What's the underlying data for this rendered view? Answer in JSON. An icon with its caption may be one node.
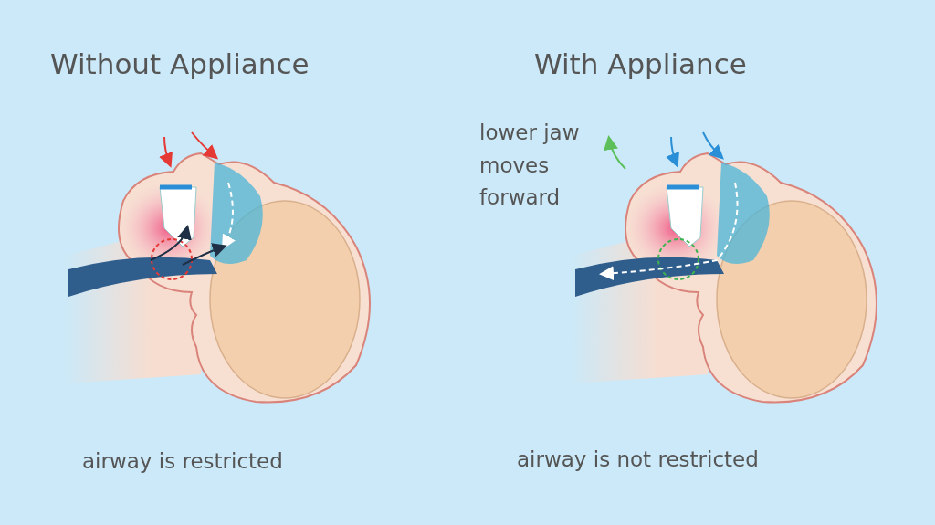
{
  "diagram": {
    "labels": [
      "Without Appliance",
      "With Appliance",
      "lower jaw moves forward",
      "airway is restricted",
      "airway is not restricted"
    ]
  }
}
